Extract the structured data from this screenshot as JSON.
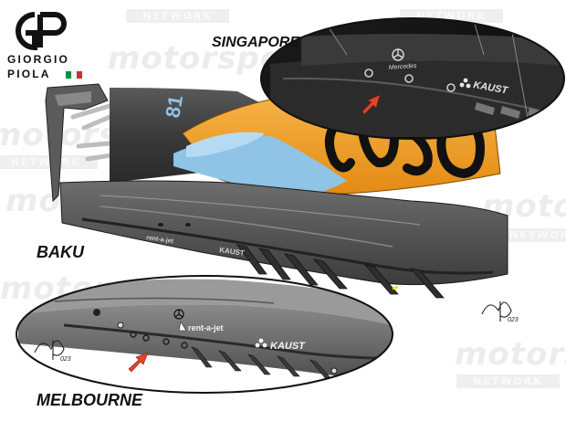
{
  "logo": {
    "line1": "GIORGIO",
    "line2": "PIOLA",
    "flag_colors": [
      "#009246",
      "#ffffff",
      "#ce2b37"
    ]
  },
  "watermark": {
    "brand": "motorsport",
    "network": "NETWORK"
  },
  "labels": {
    "singapore": "SINGAPORE",
    "baku": "BAKU",
    "melbourne": "MELBOURNE"
  },
  "sponsors": {
    "main_livery": "OKX",
    "rent_a_jet": "rent-a-jet",
    "kaust": "KAUST",
    "mercedes": "Mercedes",
    "car_number": "81"
  },
  "signature": {
    "year": "023"
  },
  "colors": {
    "papaya": "#f29d1f",
    "blue_stripe": "#8fc4e6",
    "carbon": "#3b3b3b",
    "arrow": "#e3432b",
    "background": "#ffffff"
  }
}
